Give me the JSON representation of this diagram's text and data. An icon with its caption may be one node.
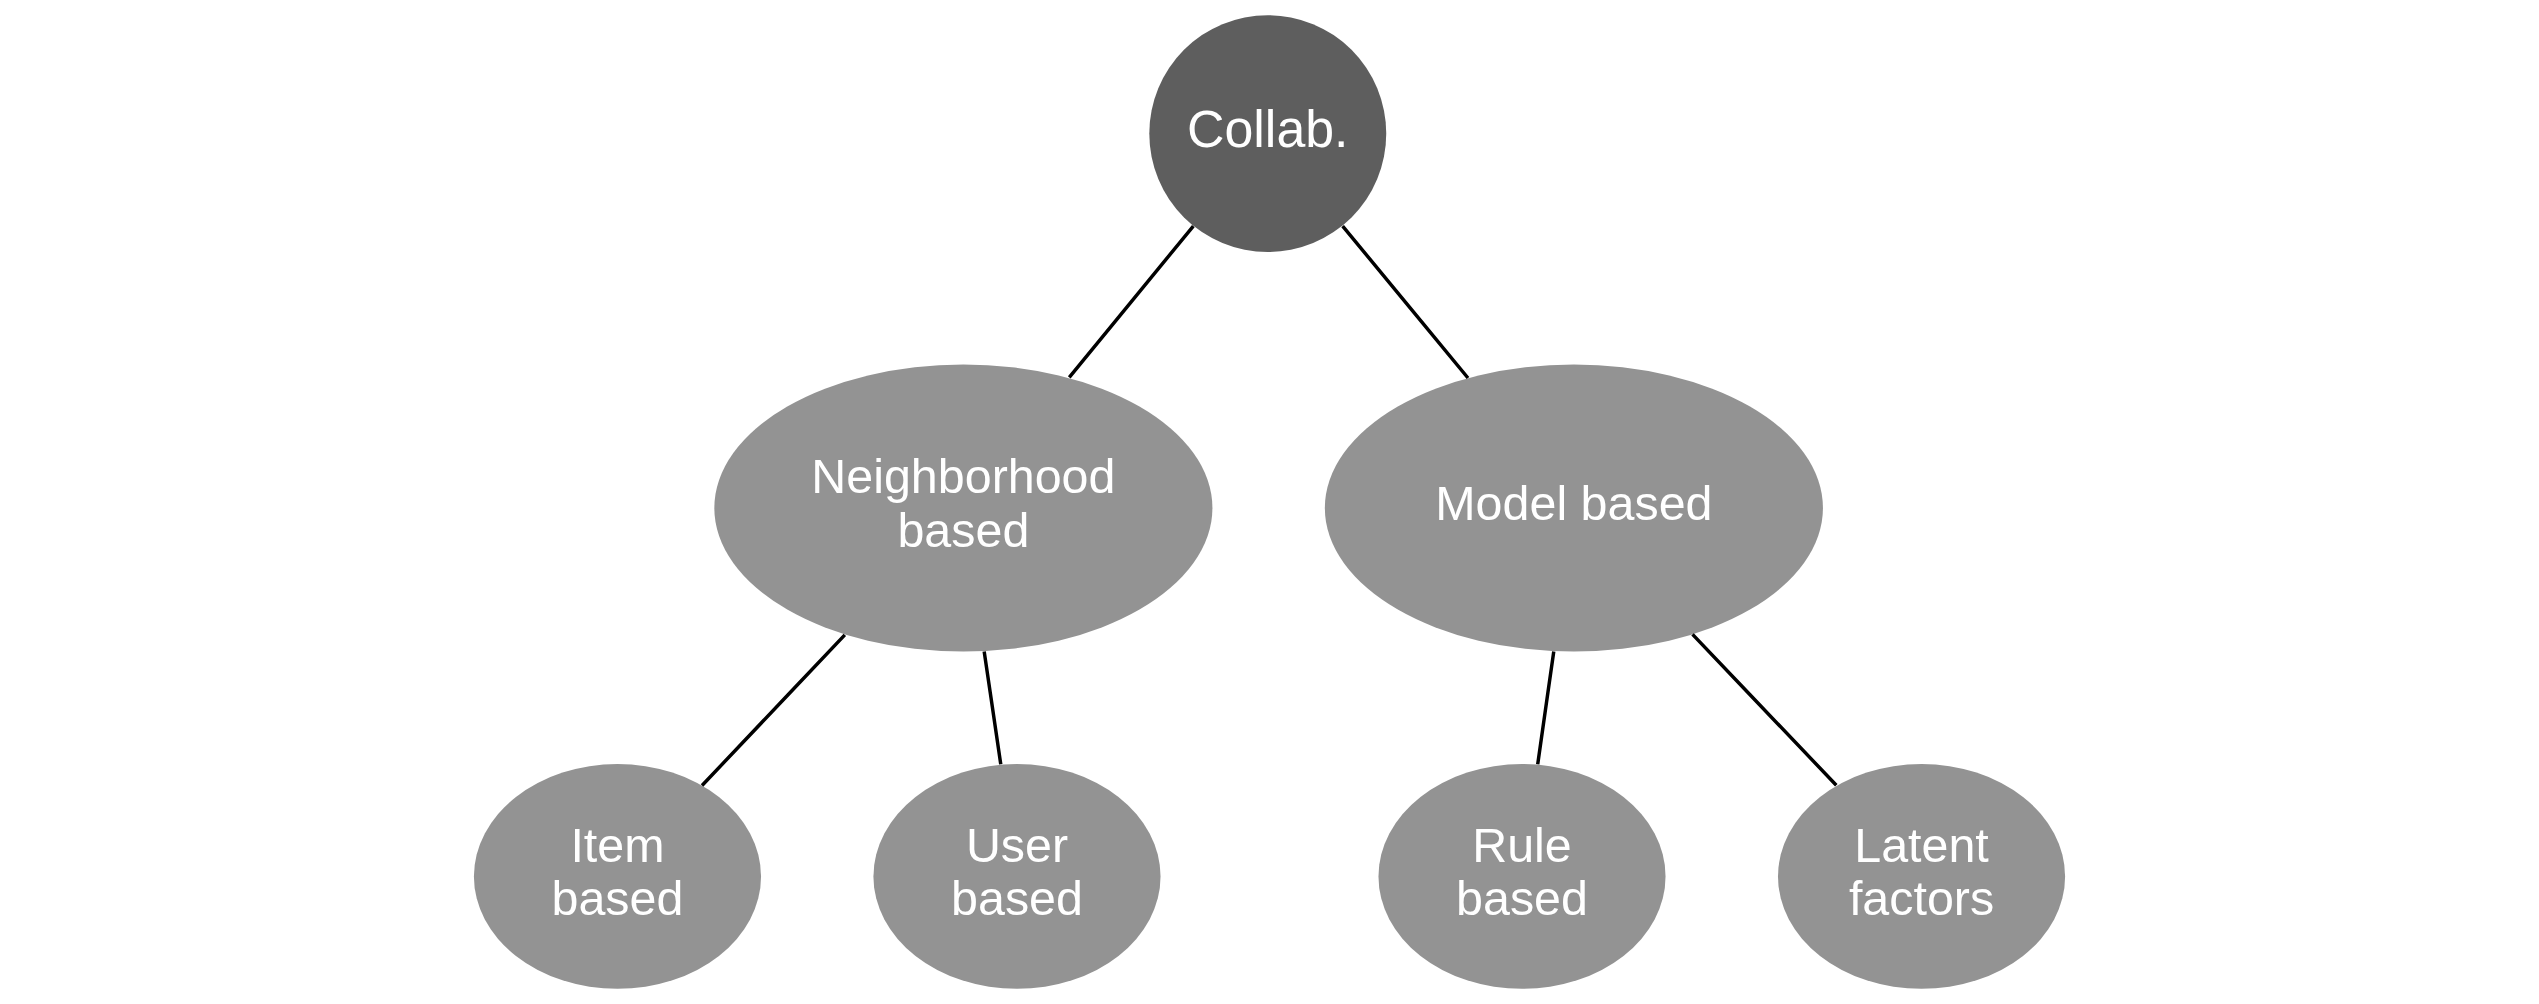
{
  "diagram": {
    "nodes": [
      {
        "text": [
          "Collab."
        ]
      },
      {
        "text": [
          "Neighborhood based"
        ]
      },
      {
        "text": [
          "Model based"
        ]
      },
      {
        "text": [
          "Item based"
        ]
      },
      {
        "text": [
          "User based"
        ]
      },
      {
        "text": [
          "Rule based"
        ]
      },
      {
        "text": [
          "Latent factors"
        ]
      }
    ],
    "edges": [
      {
        "from": 0,
        "to": 1,
        "arrow": "none"
      },
      {
        "from": 0,
        "to": 2,
        "arrow": "none"
      },
      {
        "from": 1,
        "to": 3,
        "arrow": "none"
      },
      {
        "from": 1,
        "to": 4,
        "arrow": "none"
      },
      {
        "from": 2,
        "to": 5,
        "arrow": "none"
      },
      {
        "from": 2,
        "to": 6,
        "arrow": "none"
      }
    ]
  }
}
